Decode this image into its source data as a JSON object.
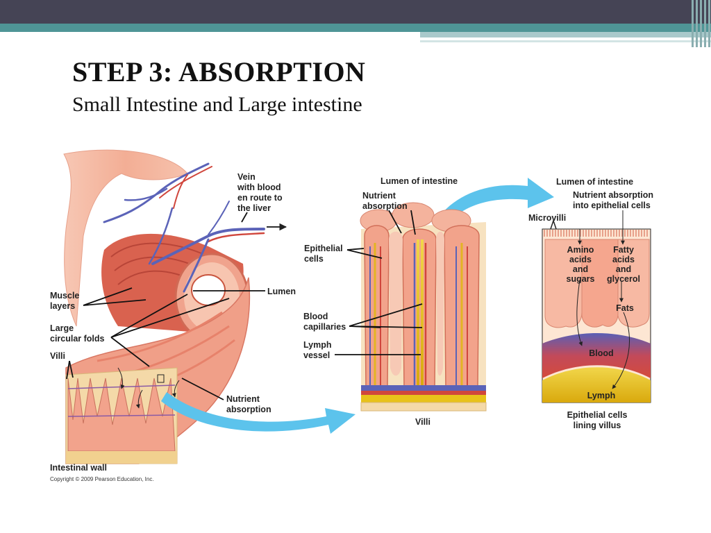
{
  "slide": {
    "title": "STEP 3: ABSORPTION",
    "subtitle": "Small Intestine and Large intestine"
  },
  "labels": {
    "vein_1": "Vein",
    "vein_2": "with blood",
    "vein_3": "en route to",
    "vein_4": "the liver",
    "muscle_1": "Muscle",
    "muscle_2": "layers",
    "lumen": "Lumen",
    "folds_1": "Large",
    "folds_2": "circular folds",
    "villi_left": "Villi",
    "nutrient_left_1": "Nutrient",
    "nutrient_left_2": "absorption",
    "intestinal_wall": "Intestinal wall",
    "copyright": "Copyright © 2009 Pearson Education, Inc.",
    "lumen_mid": "Lumen of intestine",
    "nutrient_mid_1": "Nutrient",
    "nutrient_mid_2": "absorption",
    "epithelial_1": "Epithelial",
    "epithelial_2": "cells",
    "blood_cap_1": "Blood",
    "blood_cap_2": "capillaries",
    "lymph_vessel_1": "Lymph",
    "lymph_vessel_2": "vessel",
    "villi_mid": "Villi",
    "lumen_right": "Lumen of intestine",
    "nutrient_right_1": "Nutrient absorption",
    "nutrient_right_2": "into epithelial cells",
    "microvilli": "Microvilli",
    "amino_1": "Amino",
    "amino_2": "acids",
    "amino_3": "and",
    "amino_4": "sugars",
    "fatty_1": "Fatty",
    "fatty_2": "acids",
    "fatty_3": "and",
    "fatty_4": "glycerol",
    "fats": "Fats",
    "blood": "Blood",
    "lymph": "Lymph",
    "epi_lining_1": "Epithelial cells",
    "epi_lining_2": "lining villus"
  },
  "colors": {
    "header_bar": "#454455",
    "teal_band": "#4f9596",
    "tissue": "#f2a98f",
    "muscle": "#d8604f",
    "vein": "#5b63b8",
    "artery": "#d0463c",
    "lymph": "#e8c21a",
    "arrow": "#5cc3ec"
  }
}
